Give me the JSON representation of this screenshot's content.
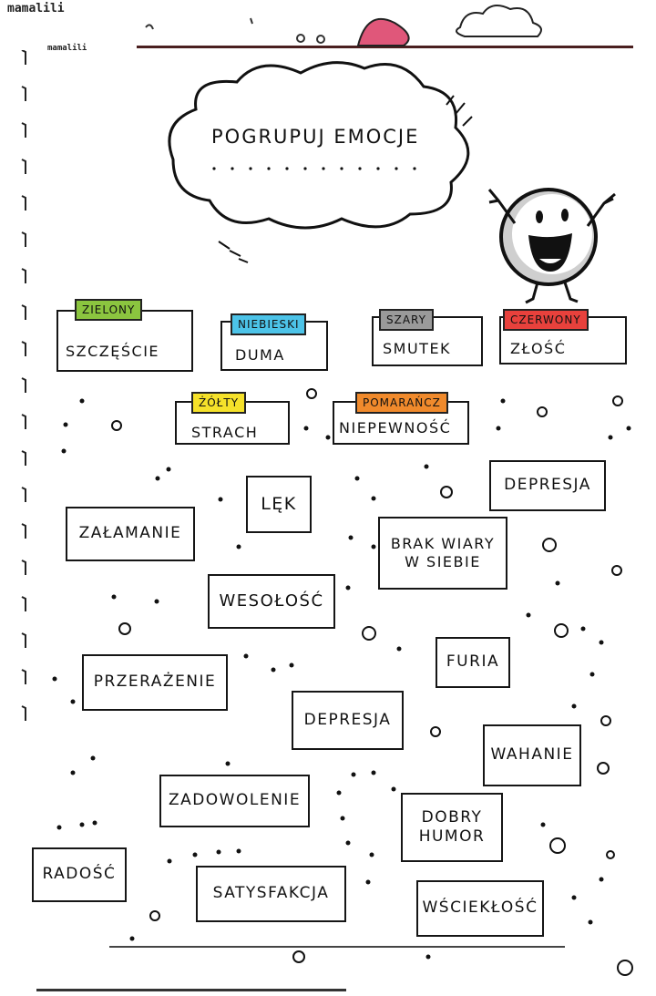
{
  "brand": {
    "top": "mamalili",
    "inner": "mamalili"
  },
  "title": "POGRUPUJ EMOCJE",
  "colors": {
    "green": "#8bc53f",
    "blue": "#4cc3e8",
    "gray": "#9a9a9a",
    "red": "#e8413c",
    "yellow": "#f5e12a",
    "orange": "#f08a2c",
    "ink": "#151515"
  },
  "categories": [
    {
      "color": "ZIELONY",
      "emotion": "SZCZĘŚCIE"
    },
    {
      "color": "NIEBIESKI",
      "emotion": "DUMA"
    },
    {
      "color": "SZARY",
      "emotion": "SMUTEK"
    },
    {
      "color": "CZERWONY",
      "emotion": "ZŁOŚĆ"
    },
    {
      "color": "ŻÓŁTY",
      "emotion": "STRACH"
    },
    {
      "color": "POMARAŃCZ",
      "emotion": "NIEPEWNOŚĆ"
    }
  ],
  "words": [
    "LĘK",
    "DEPRESJA",
    "ZAŁAMANIE",
    "BRAK WIARY W SIEBIE",
    "WESOŁOŚĆ",
    "PRZERAŻENIE",
    "FURIA",
    "DEPRESJA",
    "WAHANIE",
    "ZADOWOLENIE",
    "DOBRY HUMOR",
    "RADOŚĆ",
    "SATYSFAKCJA",
    "WŚCIEKŁOŚĆ"
  ]
}
